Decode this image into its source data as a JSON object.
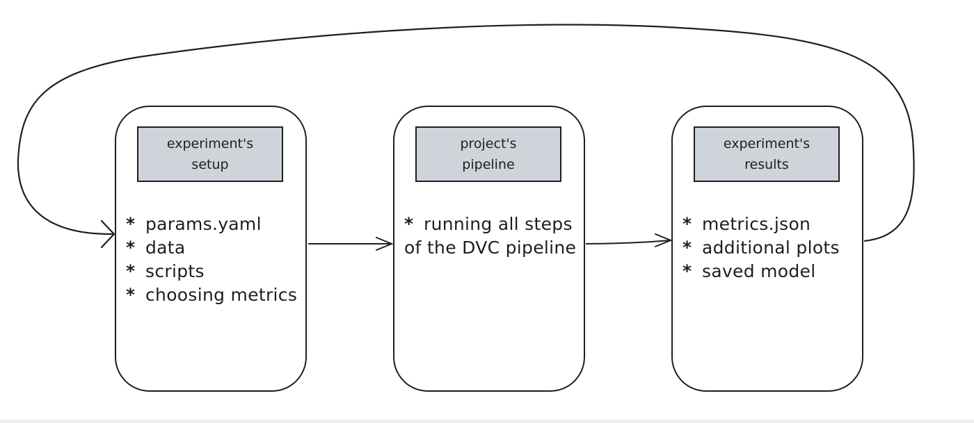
{
  "diagram": {
    "stages": [
      {
        "title": "experiment's\nsetup",
        "items": [
          "params.yaml",
          "data",
          "scripts",
          "choosing metrics"
        ]
      },
      {
        "title": "project's\npipeline",
        "items": [
          "running all steps\nof the DVC pipeline"
        ]
      },
      {
        "title": "experiment's\nresults",
        "items": [
          "metrics.json",
          "additional plots",
          "saved model"
        ]
      }
    ],
    "bullet": "*",
    "colors": {
      "stroke": "#1e1e1e",
      "title_fill": "#ced4da",
      "background": "#ffffff"
    }
  }
}
